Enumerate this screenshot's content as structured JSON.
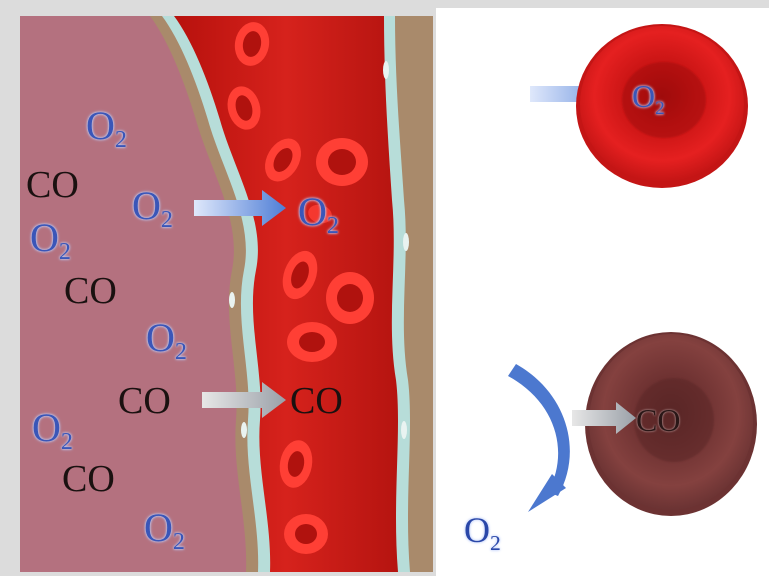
{
  "diagram": {
    "o2_label": "O",
    "o2_subscript": "2",
    "co_label": "CO",
    "colors": {
      "tissue": "#b4717f",
      "vessel_wall": "#a98a6b",
      "vessel_lining": "#b7ddd9",
      "blood": "#d31f1a",
      "oxygenated_cell": "#e21b1b",
      "co_bound_cell": "#7a3a3a",
      "o2_text": "#3a56b8",
      "co_text": "#1a1110",
      "arrow_blue": "#5b86d8",
      "arrow_grey": "#a7acb4"
    }
  }
}
